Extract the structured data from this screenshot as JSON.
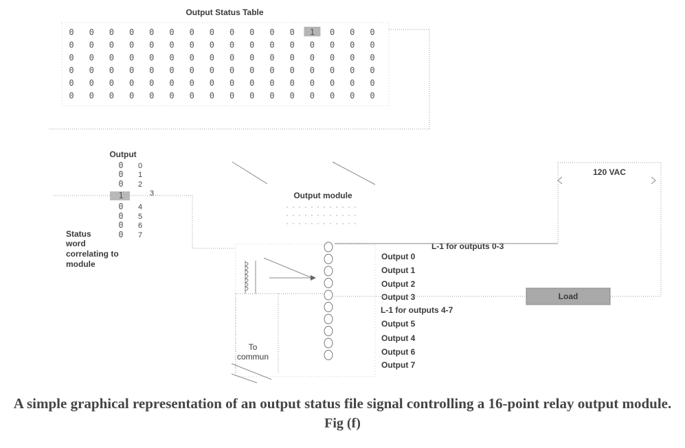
{
  "status_table": {
    "title": "Output Status Table",
    "rows": [
      [
        "0",
        "0",
        "0",
        "0",
        "0",
        "0",
        "0",
        "0",
        "0",
        "0",
        "0",
        "0",
        "1",
        "0",
        "0",
        "0"
      ],
      [
        "0",
        "0",
        "0",
        "0",
        "0",
        "0",
        "0",
        "0",
        "0",
        "0",
        "0",
        "0",
        "0",
        "0",
        "0",
        "0"
      ],
      [
        "0",
        "0",
        "0",
        "0",
        "0",
        "0",
        "0",
        "0",
        "0",
        "0",
        "0",
        "0",
        "0",
        "0",
        "0",
        "0"
      ],
      [
        "0",
        "0",
        "0",
        "0",
        "0",
        "0",
        "0",
        "0",
        "0",
        "0",
        "0",
        "0",
        "0",
        "0",
        "0",
        "0"
      ],
      [
        "0",
        "0",
        "0",
        "0",
        "0",
        "0",
        "0",
        "0",
        "0",
        "0",
        "0",
        "0",
        "0",
        "0",
        "0",
        "0"
      ],
      [
        "0",
        "0",
        "0",
        "0",
        "0",
        "0",
        "0",
        "0",
        "0",
        "0",
        "0",
        "0",
        "0",
        "0",
        "0",
        "0"
      ]
    ]
  },
  "status_word": {
    "title": "Output",
    "values": [
      "0",
      "0",
      "0",
      "1",
      "0",
      "0",
      "0",
      "0"
    ],
    "bit_labels": [
      "0",
      "1",
      "2",
      "3",
      "4",
      "5",
      "6",
      "7"
    ],
    "label": [
      "Status",
      "word",
      "correlating to",
      "module"
    ]
  },
  "module": {
    "title": "Output module",
    "l1_top": "L-1 for outputs 0-3",
    "l1_bottom": "L-1 for outputs 4-7",
    "outputs": [
      "Output 0",
      "Output 1",
      "Output 2",
      "Output 3",
      "Output 5",
      "Output 4",
      "Output 6",
      "Output 7"
    ],
    "common_label": [
      "To",
      "commun"
    ]
  },
  "supply": {
    "voltage": "120 VAC"
  },
  "load": {
    "label": "Load"
  },
  "caption": {
    "main": "A simple graphical representation of an output status file signal controlling a 16-point relay output module.",
    "fig": "Fig (f)"
  }
}
